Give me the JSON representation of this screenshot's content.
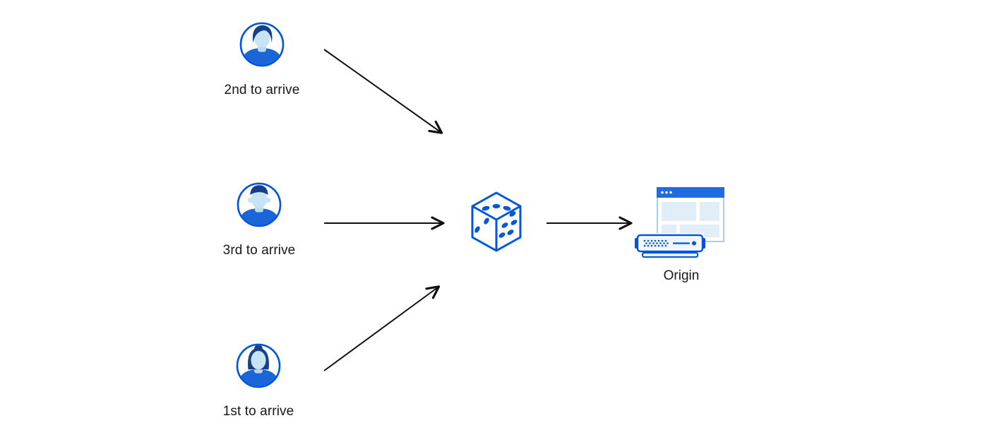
{
  "diagram": {
    "description": "Three users arrive in different order; requests pass through a random selector (dice) before reaching the Origin server"
  },
  "nodes": {
    "user_top": {
      "label": "2nd to arrive",
      "icon": "man-wavy-hair-avatar"
    },
    "user_middle": {
      "label": "3rd to arrive",
      "icon": "man-short-hair-avatar"
    },
    "user_bottom": {
      "label": "1st to arrive",
      "icon": "woman-hair-bun-avatar"
    },
    "dice": {
      "icon": "dice-icon",
      "visible_faces": {
        "top_pips": 3,
        "left_pips": 2,
        "right_pips": 5
      }
    },
    "origin": {
      "label": "Origin",
      "icon": "browser-window-and-server"
    }
  },
  "arrows": [
    {
      "from": "2nd to arrive",
      "to": "dice"
    },
    {
      "from": "3rd to arrive",
      "to": "dice"
    },
    {
      "from": "1st to arrive",
      "to": "dice"
    },
    {
      "from": "dice",
      "to": "Origin"
    }
  ],
  "colors": {
    "primary_blue": "#0055dc",
    "titlebar_blue": "#1f6ce0",
    "dark_hair_blue": "#173f8a",
    "shirt_blue": "#1a66d9",
    "face_light_blue": "#c6e4f4",
    "panel_light_blue": "#e2eef7",
    "window_border": "#a9cbee",
    "arrow_black": "#111111",
    "background": "#ffffff"
  }
}
